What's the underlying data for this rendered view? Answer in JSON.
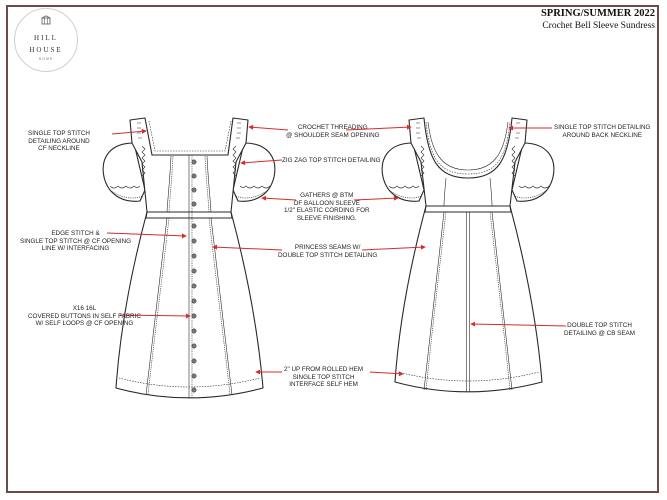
{
  "brand": {
    "line1": "HILL",
    "line2": "HOUSE",
    "line3": "HOME"
  },
  "header": {
    "season": "SPRING/SUMMER 2022",
    "style_name": "Crochet Bell Sleeve Sundress"
  },
  "annotations": {
    "neckline_front": "SINGLE TOP STITCH\nDETAILING AROUND\nCF NECKLINE",
    "crochet_threading": "CROCHET THREADING\n@ SHOULDER SEAM OPENING",
    "neckline_back": "SINGLE TOP STITCH DETAILING\nAROUND BACK NECKLINE",
    "zigzag": "ZIG ZAG TOP STITCH DETAILING",
    "gathers": "GATHERS @ BTM\nOF BALLOON SLEEVE\n1/2\" ELASTIC CORDING FOR\nSLEEVE FINISHING.",
    "edge_stitch": "EDGE STITCH &\nSINGLE TOP STITCH @ CF OPENING\nLINE W/ INTERFACING",
    "princess_seams": "PRINCESS SEAMS W/\nDOUBLE TOP STITCH DETAILING",
    "buttons": "X16 16L\nCOVERED BUTTONS IN SELF FABRIC\nW/ SELF LOOPS @ CF OPENING",
    "cb_seam": "DOUBLE TOP STITCH\nDETAILING @ CB SEAM",
    "hem": "2\" UP FROM ROLLED HEM\nSINGLE TOP STITCH\nINTERFACE SELF HEM"
  },
  "colors": {
    "arrow": "#d92a2a",
    "border": "#6e4a4a",
    "line": "#2a2a2a"
  }
}
